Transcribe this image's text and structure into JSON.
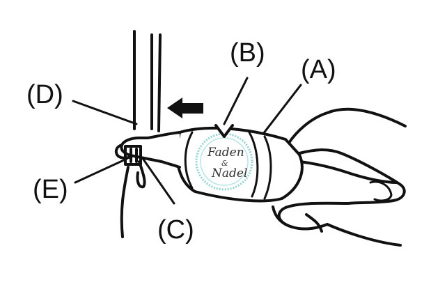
{
  "labels": {
    "a": "(A)",
    "b": "(B)",
    "c": "(C)",
    "d": "(D)",
    "e": "(E)"
  },
  "watermark": {
    "line1": "Faden",
    "line2": "&",
    "line3": "Nadel"
  },
  "colors": {
    "ink": "#111111",
    "background": "#ffffff",
    "watermark_ring": "#8fd3d3"
  },
  "icons": {
    "arrow": "left-arrow-icon"
  }
}
